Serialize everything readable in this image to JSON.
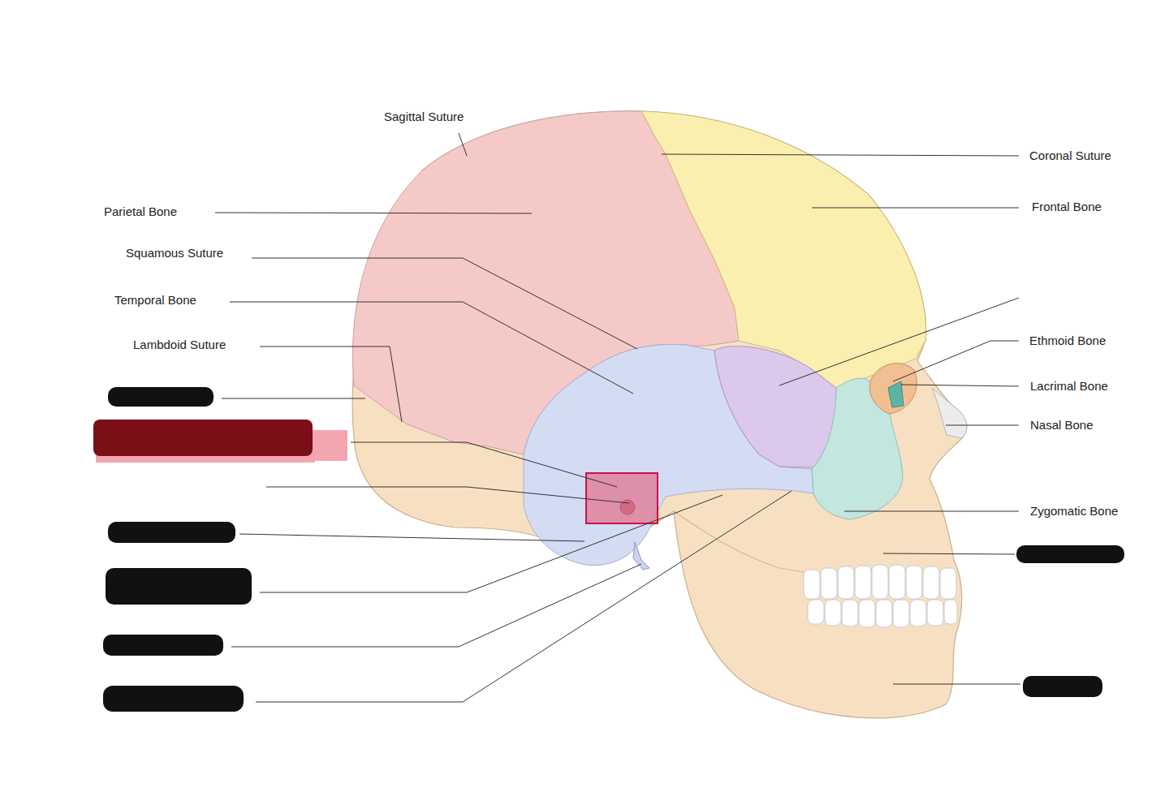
{
  "diagram": {
    "labels": [
      "Sagittal Suture",
      "Coronal Suture",
      "Parietal Bone",
      "Frontal Bone",
      "Squamous Suture",
      "Temporal Bone",
      "Lambdoid Suture",
      "Ethmoid Bone",
      "Lacrimal Bone",
      "Nasal Bone",
      "Zygomatic Bone"
    ]
  }
}
